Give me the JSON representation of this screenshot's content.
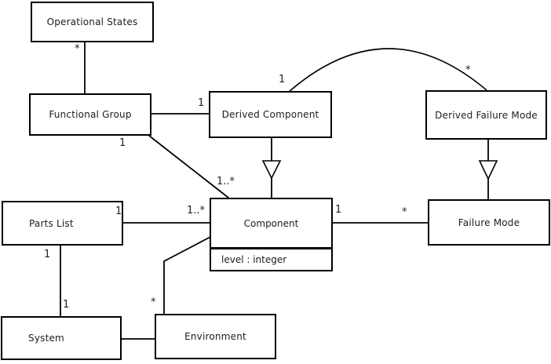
{
  "diagram": {
    "type": "uml-class-diagram",
    "background_color": "#ffffff",
    "line_color": "#000000",
    "boxes": {
      "operational_states": {
        "name": "Operational States"
      },
      "functional_group": {
        "name": "Functional Group"
      },
      "derived_component": {
        "name": "Derived Component"
      },
      "derived_failure_mode": {
        "name": "Derived Failure Mode"
      },
      "component": {
        "name": "Component",
        "attribute": "level : integer"
      },
      "failure_mode": {
        "name": "Failure Mode"
      },
      "parts_list": {
        "name": "Parts List"
      },
      "system": {
        "name": "System"
      },
      "environment": {
        "name": "Environment"
      }
    },
    "multiplicities": {
      "operational_states_end": "*",
      "functional_group_to_component_source": "1",
      "functional_group_to_component_target": "1..*",
      "functional_group_to_derived_component": "1",
      "derived_component_arc_end": "1",
      "derived_failure_mode_arc_end": "*",
      "parts_list_to_component_source": "1",
      "parts_list_to_component_target": "1..*",
      "component_to_failure_mode_source": "1",
      "component_to_failure_mode_target": "*",
      "parts_list_to_system_source": "1",
      "parts_list_to_system_target": "1",
      "component_to_environment_target": "*"
    }
  }
}
